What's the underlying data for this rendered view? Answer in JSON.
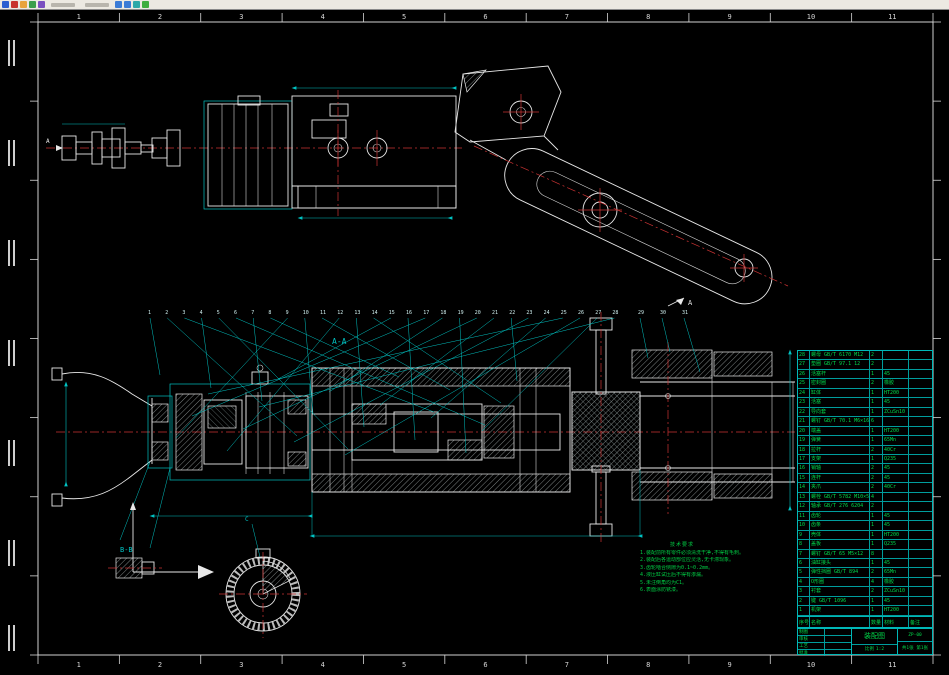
{
  "app": {
    "toolbar_icons": [
      {
        "name": "app-icon",
        "color": "#2c5fd0",
        "type": "icon"
      },
      {
        "name": "new-icon",
        "color": "#c8342e",
        "type": "icon"
      },
      {
        "name": "open-icon",
        "color": "#e8a33d",
        "type": "icon"
      },
      {
        "name": "save-icon",
        "color": "#3b9e4a",
        "type": "icon"
      },
      {
        "name": "plot-icon",
        "color": "#7a4fc0",
        "type": "icon"
      },
      {
        "name": "menu-item",
        "color": "#b8b5ad",
        "type": "menu"
      },
      {
        "name": "menu-item",
        "color": "#b8b5ad",
        "type": "menu"
      },
      {
        "name": "pan-icon",
        "color": "#3b7bd6",
        "type": "icon"
      },
      {
        "name": "zoom-icon",
        "color": "#3b7bd6",
        "type": "icon"
      },
      {
        "name": "find-icon",
        "color": "#2da8a8",
        "type": "icon"
      },
      {
        "name": "run-icon",
        "color": "#3fae3f",
        "type": "icon"
      }
    ]
  },
  "frame": {
    "zones_top": [
      "1",
      "2",
      "3",
      "4",
      "5",
      "6",
      "7",
      "8",
      "9",
      "10",
      "11"
    ],
    "zones_bottom": [
      "1",
      "2",
      "3",
      "4",
      "5",
      "6",
      "7",
      "8",
      "9",
      "10",
      "11"
    ]
  },
  "views": {
    "section_aa_label": "A-A",
    "section_bb_label": "B-B",
    "detail_c_label": "C",
    "arrow_a_left": "A",
    "arrow_a_right": "A"
  },
  "balloons": [
    "1",
    "2",
    "3",
    "4",
    "5",
    "6",
    "7",
    "8",
    "9",
    "10",
    "11",
    "12",
    "13",
    "14",
    "15",
    "16",
    "17",
    "18",
    "19",
    "20",
    "21",
    "22",
    "23",
    "24",
    "25",
    "26",
    "27",
    "28",
    "29",
    "30",
    "31"
  ],
  "notes": {
    "title": "技术要求",
    "lines": [
      "1.装配前所有零件必须清洗干净,不得有毛刺。",
      "2.装配后各运动部位应灵活,无卡滞现象。",
      "3.齿轮啮合侧隙为0.1~0.2mm。",
      "4.液压缸试压后不得有渗漏。",
      "5.未注倒角均为C1。",
      "6.表面涂防锈漆。"
    ]
  },
  "bom": {
    "headers": [
      "序号",
      "名称",
      "数量",
      "材料",
      "备注"
    ],
    "rows": [
      {
        "seq": "28",
        "name": "螺母 GB/T 6170 M12",
        "qty": "2",
        "material": "",
        "note": ""
      },
      {
        "seq": "27",
        "name": "垫圈 GB/T 97.1 12",
        "qty": "2",
        "material": "",
        "note": ""
      },
      {
        "seq": "26",
        "name": "活塞杆",
        "qty": "1",
        "material": "45",
        "note": ""
      },
      {
        "seq": "25",
        "name": "密封圈",
        "qty": "2",
        "material": "橡胶",
        "note": ""
      },
      {
        "seq": "24",
        "name": "缸体",
        "qty": "1",
        "material": "HT200",
        "note": ""
      },
      {
        "seq": "23",
        "name": "活塞",
        "qty": "1",
        "material": "45",
        "note": ""
      },
      {
        "seq": "22",
        "name": "导向套",
        "qty": "1",
        "material": "ZCuSn10",
        "note": ""
      },
      {
        "seq": "21",
        "name": "螺钉 GB/T 70.1 M6×16",
        "qty": "6",
        "material": "",
        "note": ""
      },
      {
        "seq": "20",
        "name": "端盖",
        "qty": "1",
        "material": "HT200",
        "note": ""
      },
      {
        "seq": "19",
        "name": "弹簧",
        "qty": "1",
        "material": "65Mn",
        "note": ""
      },
      {
        "seq": "18",
        "name": "拉杆",
        "qty": "2",
        "material": "40Cr",
        "note": ""
      },
      {
        "seq": "17",
        "name": "支架",
        "qty": "1",
        "material": "Q235",
        "note": ""
      },
      {
        "seq": "16",
        "name": "销轴",
        "qty": "2",
        "material": "45",
        "note": ""
      },
      {
        "seq": "15",
        "name": "连杆",
        "qty": "2",
        "material": "45",
        "note": ""
      },
      {
        "seq": "14",
        "name": "夹爪",
        "qty": "2",
        "material": "40Cr",
        "note": ""
      },
      {
        "seq": "13",
        "name": "螺栓 GB/T 5782 M10×50",
        "qty": "4",
        "material": "",
        "note": ""
      },
      {
        "seq": "12",
        "name": "轴承 GB/T 276 6204",
        "qty": "2",
        "material": "",
        "note": ""
      },
      {
        "seq": "11",
        "name": "齿轮",
        "qty": "1",
        "material": "45",
        "note": ""
      },
      {
        "seq": "10",
        "name": "齿条",
        "qty": "1",
        "material": "45",
        "note": ""
      },
      {
        "seq": "9",
        "name": "壳体",
        "qty": "1",
        "material": "HT200",
        "note": ""
      },
      {
        "seq": "8",
        "name": "盖板",
        "qty": "1",
        "material": "Q235",
        "note": ""
      },
      {
        "seq": "7",
        "name": "螺钉 GB/T 65 M5×12",
        "qty": "8",
        "material": "",
        "note": ""
      },
      {
        "seq": "6",
        "name": "油缸接头",
        "qty": "1",
        "material": "45",
        "note": ""
      },
      {
        "seq": "5",
        "name": "弹性挡圈 GB/T 894",
        "qty": "2",
        "material": "65Mn",
        "note": ""
      },
      {
        "seq": "4",
        "name": "O形圈",
        "qty": "4",
        "material": "橡胶",
        "note": ""
      },
      {
        "seq": "3",
        "name": "衬套",
        "qty": "2",
        "material": "ZCuSn10",
        "note": ""
      },
      {
        "seq": "2",
        "name": "键 GB/T 1096",
        "qty": "1",
        "material": "45",
        "note": ""
      },
      {
        "seq": "1",
        "name": "机架",
        "qty": "1",
        "material": "HT200",
        "note": ""
      }
    ]
  },
  "title_block": {
    "drawn_label": "制图",
    "checked_label": "审核",
    "process_label": "工艺",
    "approved_label": "批准",
    "title": "装配图",
    "scale_label": "比例",
    "scale": "1:2",
    "number": "ZP-00",
    "sheet": "共1张 第1张"
  },
  "colors": {
    "line_white": "#e8e8e8",
    "line_cyan": "#00c2c2",
    "centerline_red": "#cc3333",
    "text_green": "#00d84a",
    "paper_bg": "#000000",
    "toolbar_bg": "#ece9e2"
  }
}
